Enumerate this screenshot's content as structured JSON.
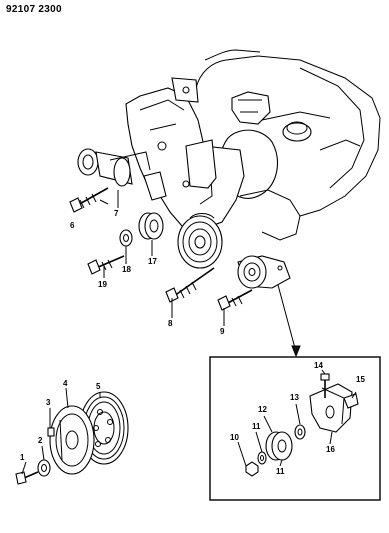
{
  "header": {
    "code": "92107 2300"
  },
  "callouts": [
    "1",
    "2",
    "3",
    "4",
    "5",
    "6",
    "7",
    "8",
    "9",
    "10",
    "11",
    "11",
    "12",
    "13",
    "14",
    "15",
    "16",
    "17",
    "18",
    "19"
  ]
}
